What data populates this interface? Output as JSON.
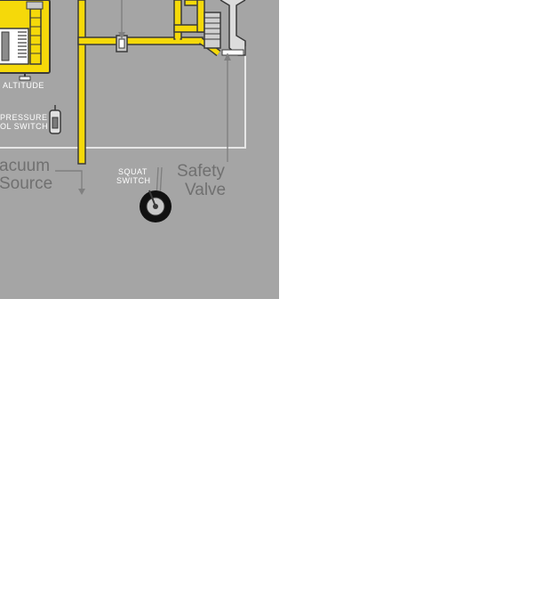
{
  "labels": {
    "altitude": "ALTITUDE",
    "pressure_switch_line1": "PRESSURE",
    "pressure_switch_line2": "OL SWITCH",
    "vacuum_line1": "acuum",
    "vacuum_line2": "Source",
    "squat_line1": "SQUAT",
    "squat_line2": "SWITCH",
    "safety_line1": "Safety",
    "safety_line2": "Valve"
  },
  "colors": {
    "background": "#a5a5a5",
    "duct": "#f5d90a",
    "duct_outline": "#3a3a3a",
    "wire": "#e6e6e6",
    "lead_line": "#808080"
  }
}
